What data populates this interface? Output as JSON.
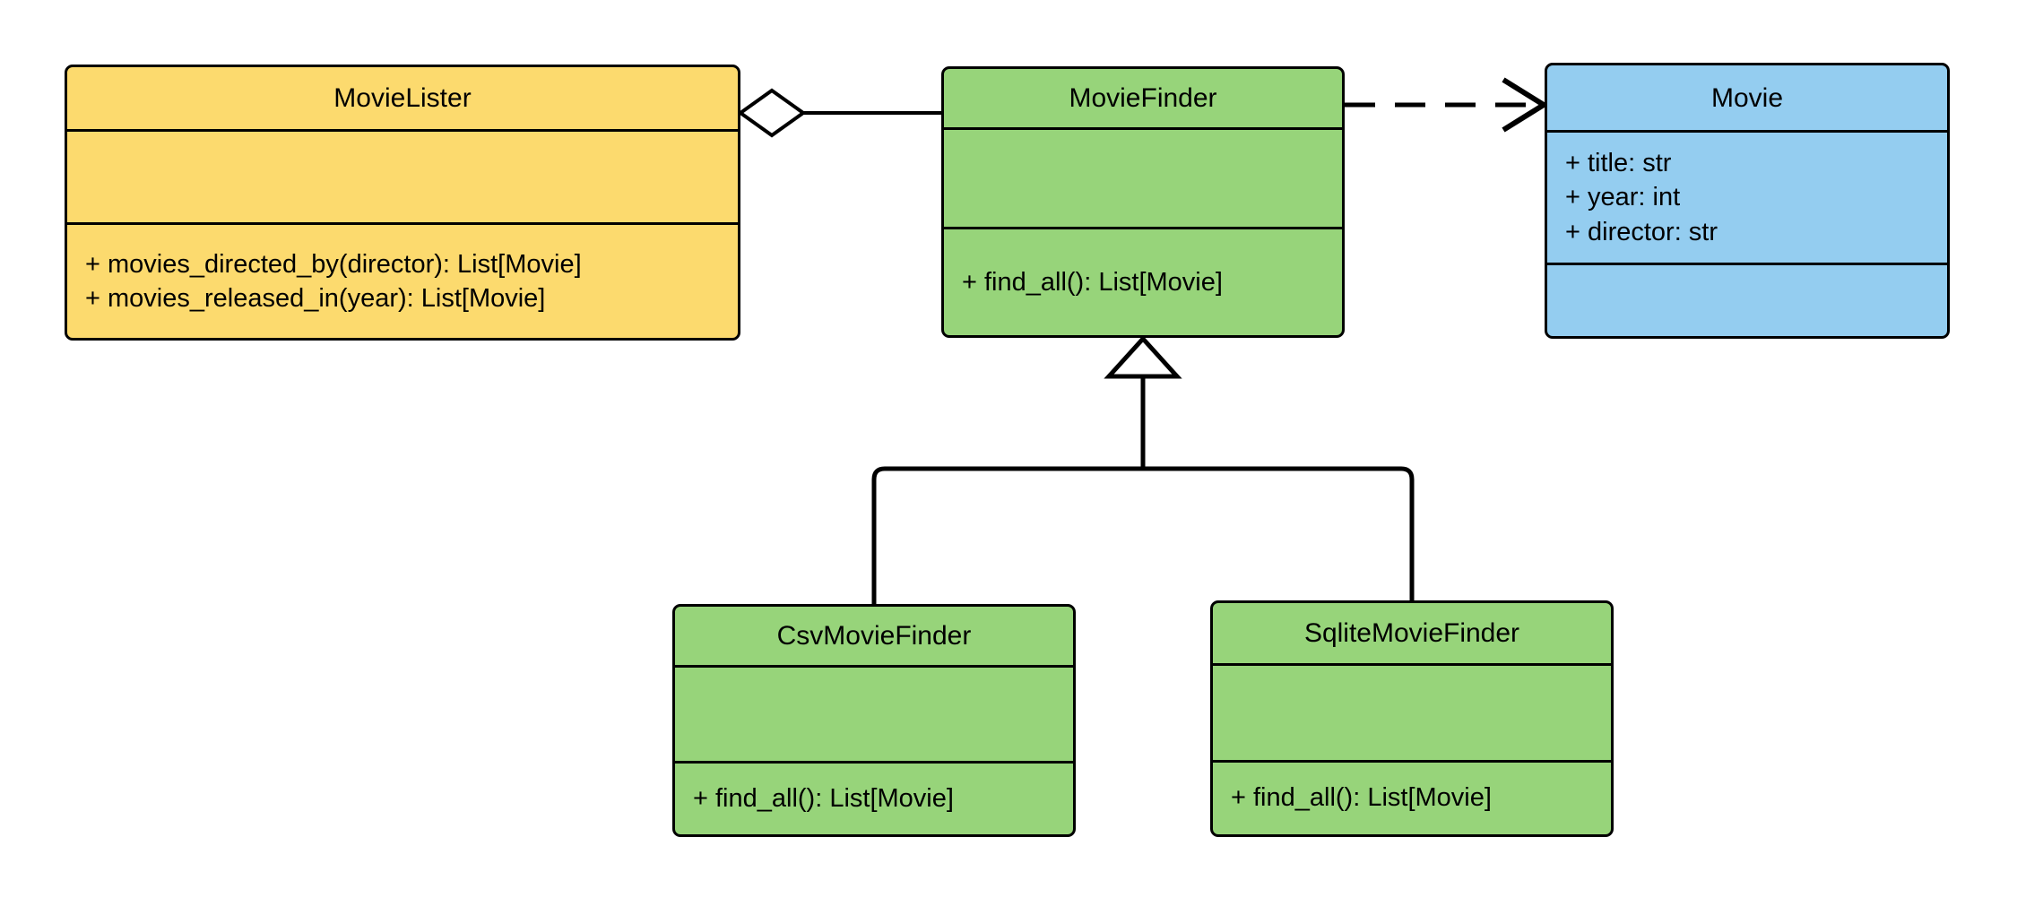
{
  "diagram": {
    "kind": "uml-class-diagram",
    "background": "#ffffff",
    "line_color": "#000000"
  },
  "palette": {
    "yellow": "#fcda6e",
    "green": "#97d47a",
    "blue": "#94cdf0",
    "stroke": "#000000",
    "fill_white": "#ffffff"
  },
  "classes": {
    "movie_lister": {
      "name": "MovieLister",
      "color": "#fcda6e",
      "attributes": [],
      "methods": [
        "+ movies_directed_by(director): List[Movie]",
        "+ movies_released_in(year): List[Movie]"
      ]
    },
    "movie_finder": {
      "name": "MovieFinder",
      "color": "#97d47a",
      "attributes": [],
      "methods": [
        "+ find_all(): List[Movie]"
      ]
    },
    "movie": {
      "name": "Movie",
      "color": "#94cdf0",
      "attributes": [
        "+ title: str",
        "+ year: int",
        "+ director: str"
      ],
      "methods": []
    },
    "csv_movie_finder": {
      "name": "CsvMovieFinder",
      "color": "#97d47a",
      "attributes": [],
      "methods": [
        "+ find_all(): List[Movie]"
      ]
    },
    "sqlite_movie_finder": {
      "name": "SqliteMovieFinder",
      "color": "#97d47a",
      "attributes": [],
      "methods": [
        "+ find_all(): List[Movie]"
      ]
    }
  },
  "relationships": [
    {
      "id": "lister-aggregates-finder",
      "type": "aggregation",
      "from": "MovieLister",
      "to": "MovieFinder",
      "marker": "hollow-diamond",
      "line": "solid"
    },
    {
      "id": "finder-depends-movie",
      "type": "dependency",
      "from": "MovieFinder",
      "to": "Movie",
      "marker": "open-arrow",
      "line": "dashed"
    },
    {
      "id": "csv-inherits-finder",
      "type": "generalization",
      "from": "CsvMovieFinder",
      "to": "MovieFinder",
      "marker": "hollow-triangle",
      "line": "solid"
    },
    {
      "id": "sqlite-inherits-finder",
      "type": "generalization",
      "from": "SqliteMovieFinder",
      "to": "MovieFinder",
      "marker": "hollow-triangle",
      "line": "solid"
    }
  ]
}
